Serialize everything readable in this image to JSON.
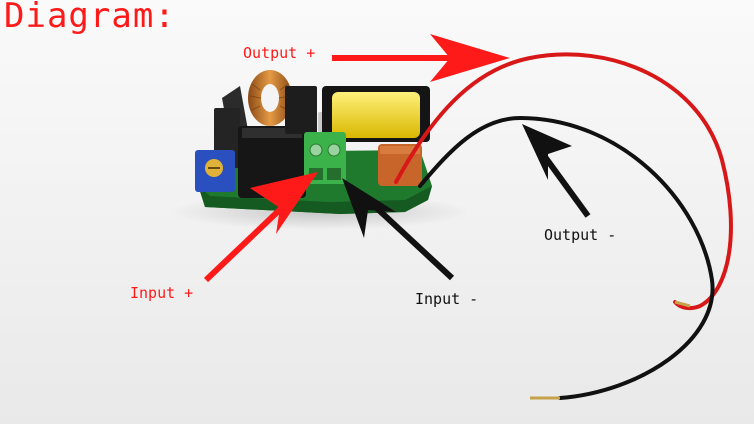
{
  "title": "Diagram:",
  "labels": {
    "output_pos": "Output +",
    "output_neg": "Output -",
    "input_pos": "Input +",
    "input_neg": "Input -"
  },
  "colors": {
    "positive": "#ff1a1a",
    "negative": "#111111",
    "pcb": "#1f7a2e",
    "terminal": "#3cb34a",
    "transformer": "#f2d81a",
    "coil": "#c77a2a",
    "relay": "#1a1a1a",
    "capacitor": "#c8652a",
    "trimmer": "#2a4fbf"
  }
}
